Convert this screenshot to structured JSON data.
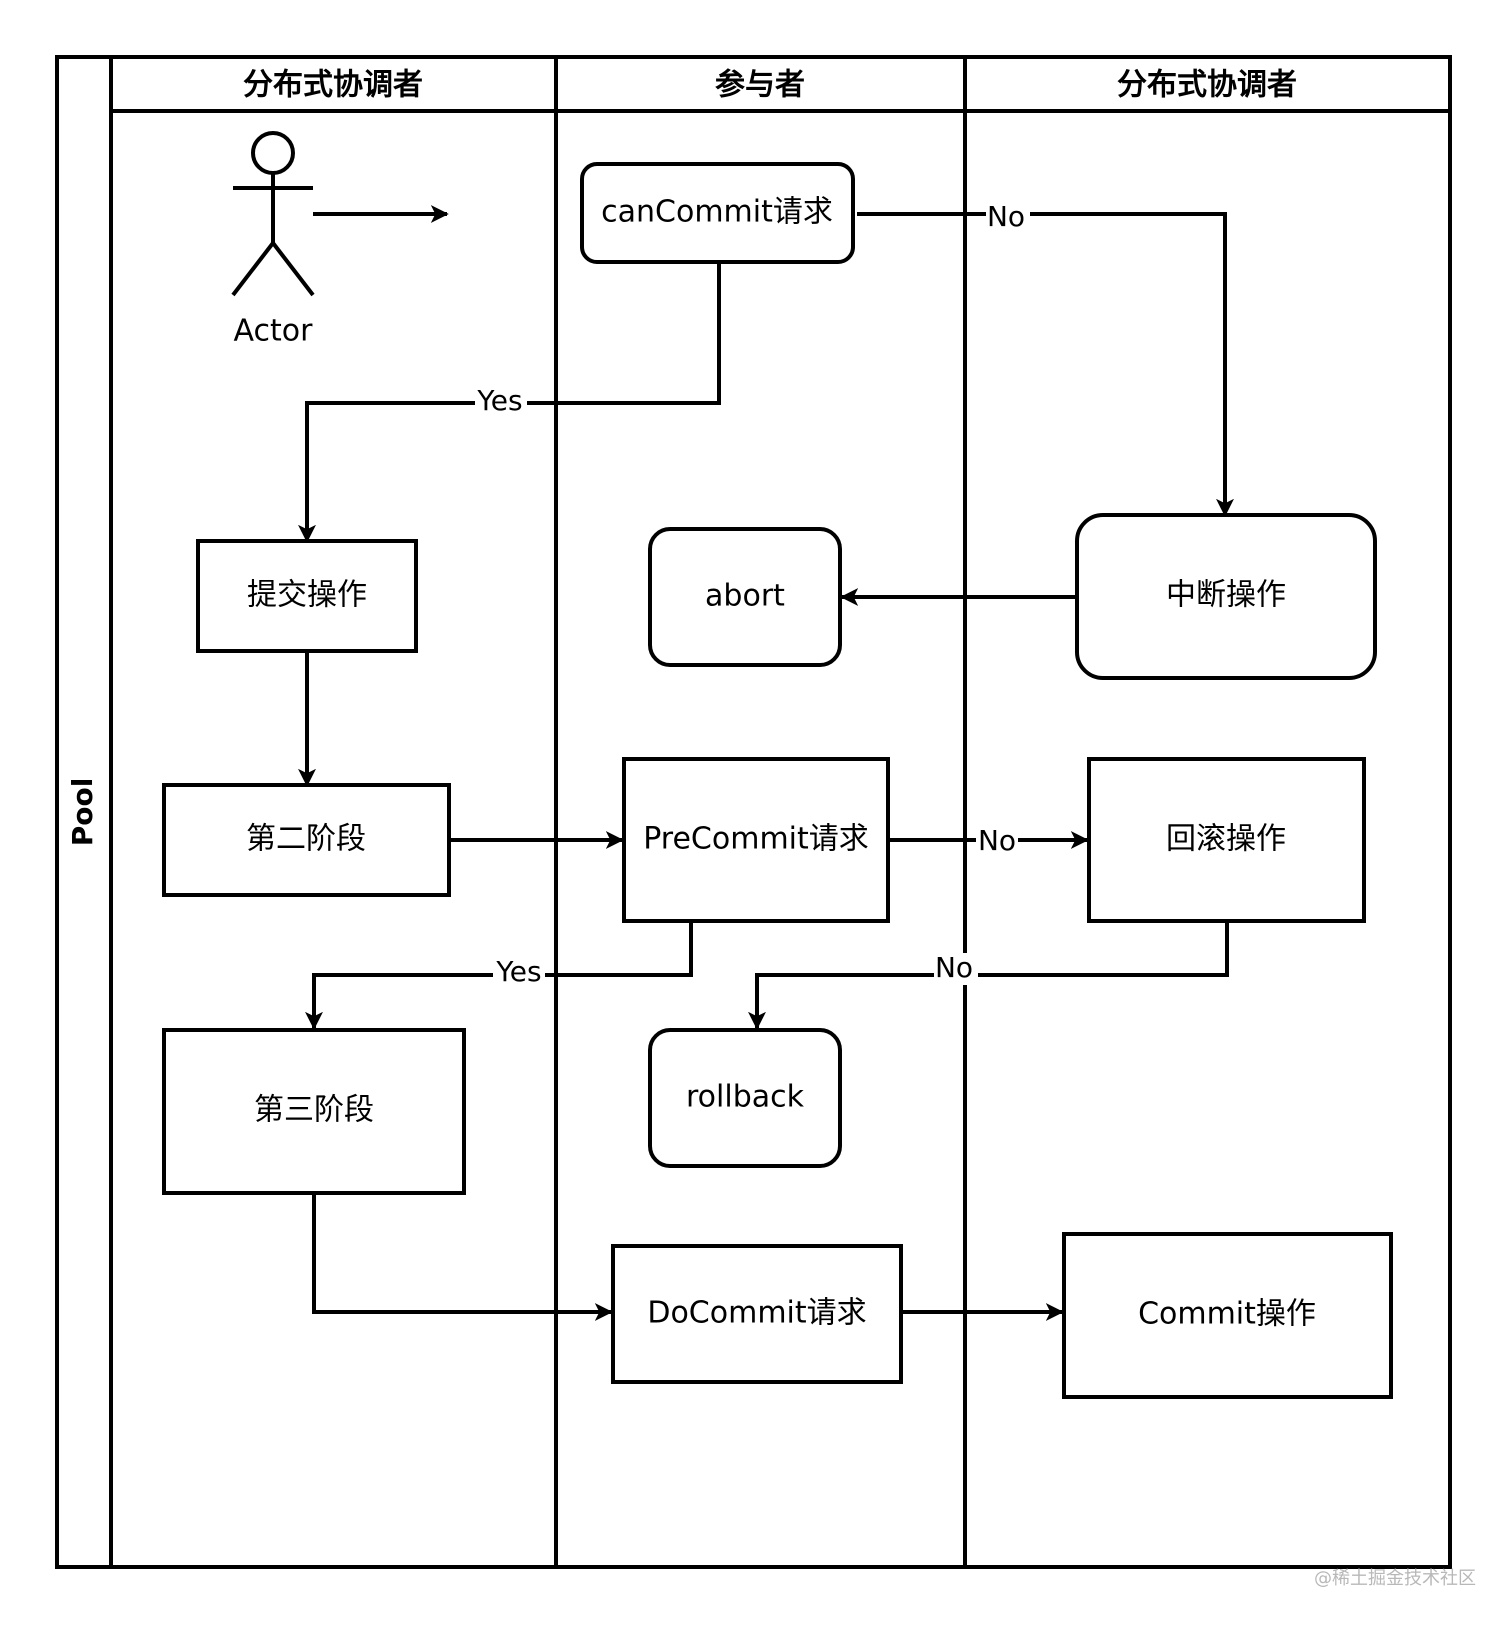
{
  "pool": {
    "title": "Pool"
  },
  "lanes": {
    "left": "分布式协调者",
    "middle": "参与者",
    "right": "分布式协调者"
  },
  "actor": {
    "label": "Actor"
  },
  "nodes": {
    "can_commit": "canCommit请求",
    "submit_op": "提交操作",
    "abort": "abort",
    "interrupt_op": "中断操作",
    "phase_two": "第二阶段",
    "pre_commit": "PreCommit请求",
    "rollback_op": "回滚操作",
    "phase_three": "第三阶段",
    "rollback": "rollback",
    "do_commit": "DoCommit请求",
    "commit_op": "Commit操作"
  },
  "edge_labels": {
    "cancommit_no": "No",
    "cancommit_yes": "Yes",
    "precommit_no": "No",
    "precommit_yes": "Yes",
    "rollbackop_no": "No"
  },
  "watermark": "@稀土掘金技术社区",
  "colors": {
    "stroke": "#000000",
    "background": "#ffffff",
    "watermark": "#b8b8b8"
  }
}
